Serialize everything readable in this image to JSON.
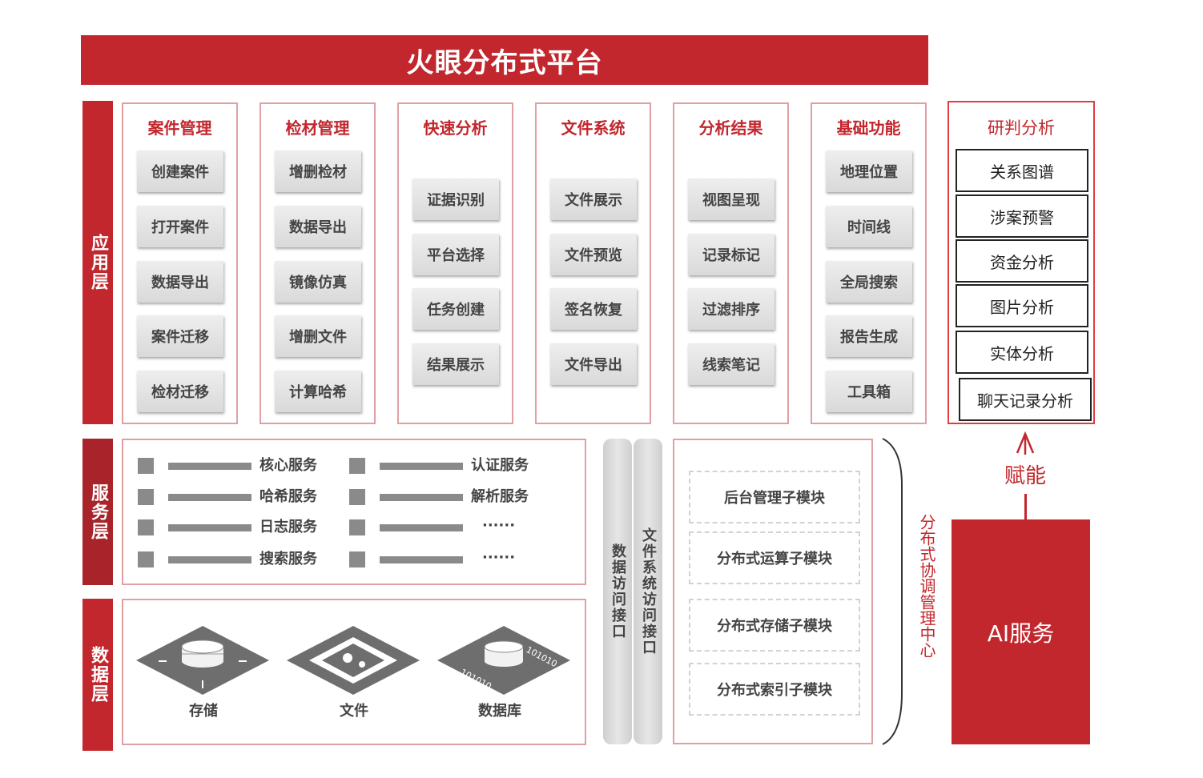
{
  "title": "火眼分布式平台",
  "layers": {
    "app": "应用层",
    "service": "服务层",
    "data": "数据层"
  },
  "app_columns": [
    {
      "title": "案件管理",
      "items": [
        "创建案件",
        "打开案件",
        "数据导出",
        "案件迁移",
        "检材迁移"
      ]
    },
    {
      "title": "检材管理",
      "items": [
        "增删检材",
        "数据导出",
        "镜像仿真",
        "增删文件",
        "计算哈希"
      ]
    },
    {
      "title": "快速分析",
      "items": [
        "证据识别",
        "平台选择",
        "任务创建",
        "结果展示"
      ]
    },
    {
      "title": "文件系统",
      "items": [
        "文件展示",
        "文件预览",
        "签名恢复",
        "文件导出"
      ]
    },
    {
      "title": "分析结果",
      "items": [
        "视图呈现",
        "记录标记",
        "过滤排序",
        "线索笔记"
      ]
    },
    {
      "title": "基础功能",
      "items": [
        "地理位置",
        "时间线",
        "全局搜索",
        "报告生成",
        "工具箱"
      ]
    }
  ],
  "services": {
    "left": [
      "核心服务",
      "哈希服务",
      "日志服务",
      "搜索服务"
    ],
    "right": [
      "认证服务",
      "解析服务",
      "······",
      "······"
    ]
  },
  "data_items": [
    "存储",
    "文件",
    "数据库"
  ],
  "interfaces": [
    "数据访问接口",
    "文件系统访问接口"
  ],
  "modules": [
    "后台管理子模块",
    "分布式运算子模块",
    "分布式存储子模块",
    "分布式索引子模块"
  ],
  "coord_center": "分布式协调管理中心",
  "yanpan": {
    "title": "研判分析",
    "items": [
      "关系图谱",
      "涉案预警",
      "资金分析",
      "图片分析",
      "实体分析",
      "聊天记录分析"
    ]
  },
  "empower": "赋能",
  "ai_service": "AI服务",
  "colors": {
    "accent": "#c1272d",
    "border": "#e0a0a3"
  }
}
